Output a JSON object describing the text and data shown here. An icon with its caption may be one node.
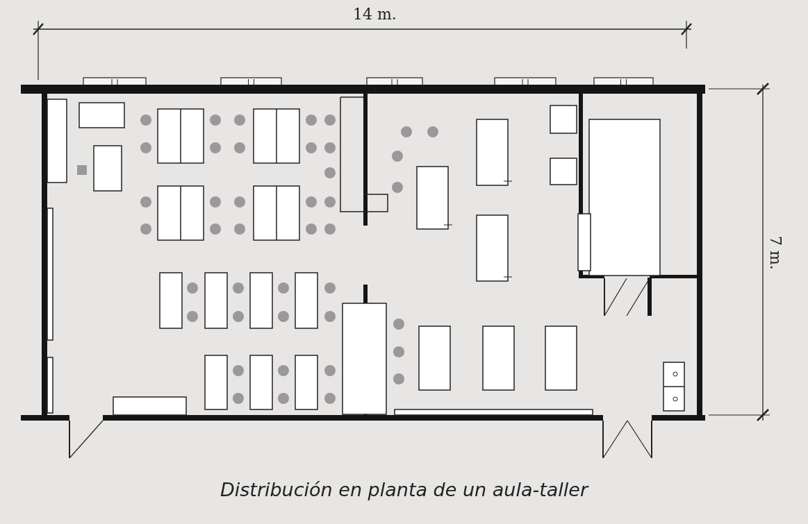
{
  "diagram": {
    "caption": "Distribución en planta de un aula-taller",
    "labels": [
      "14 m.",
      "7 m."
    ]
  }
}
